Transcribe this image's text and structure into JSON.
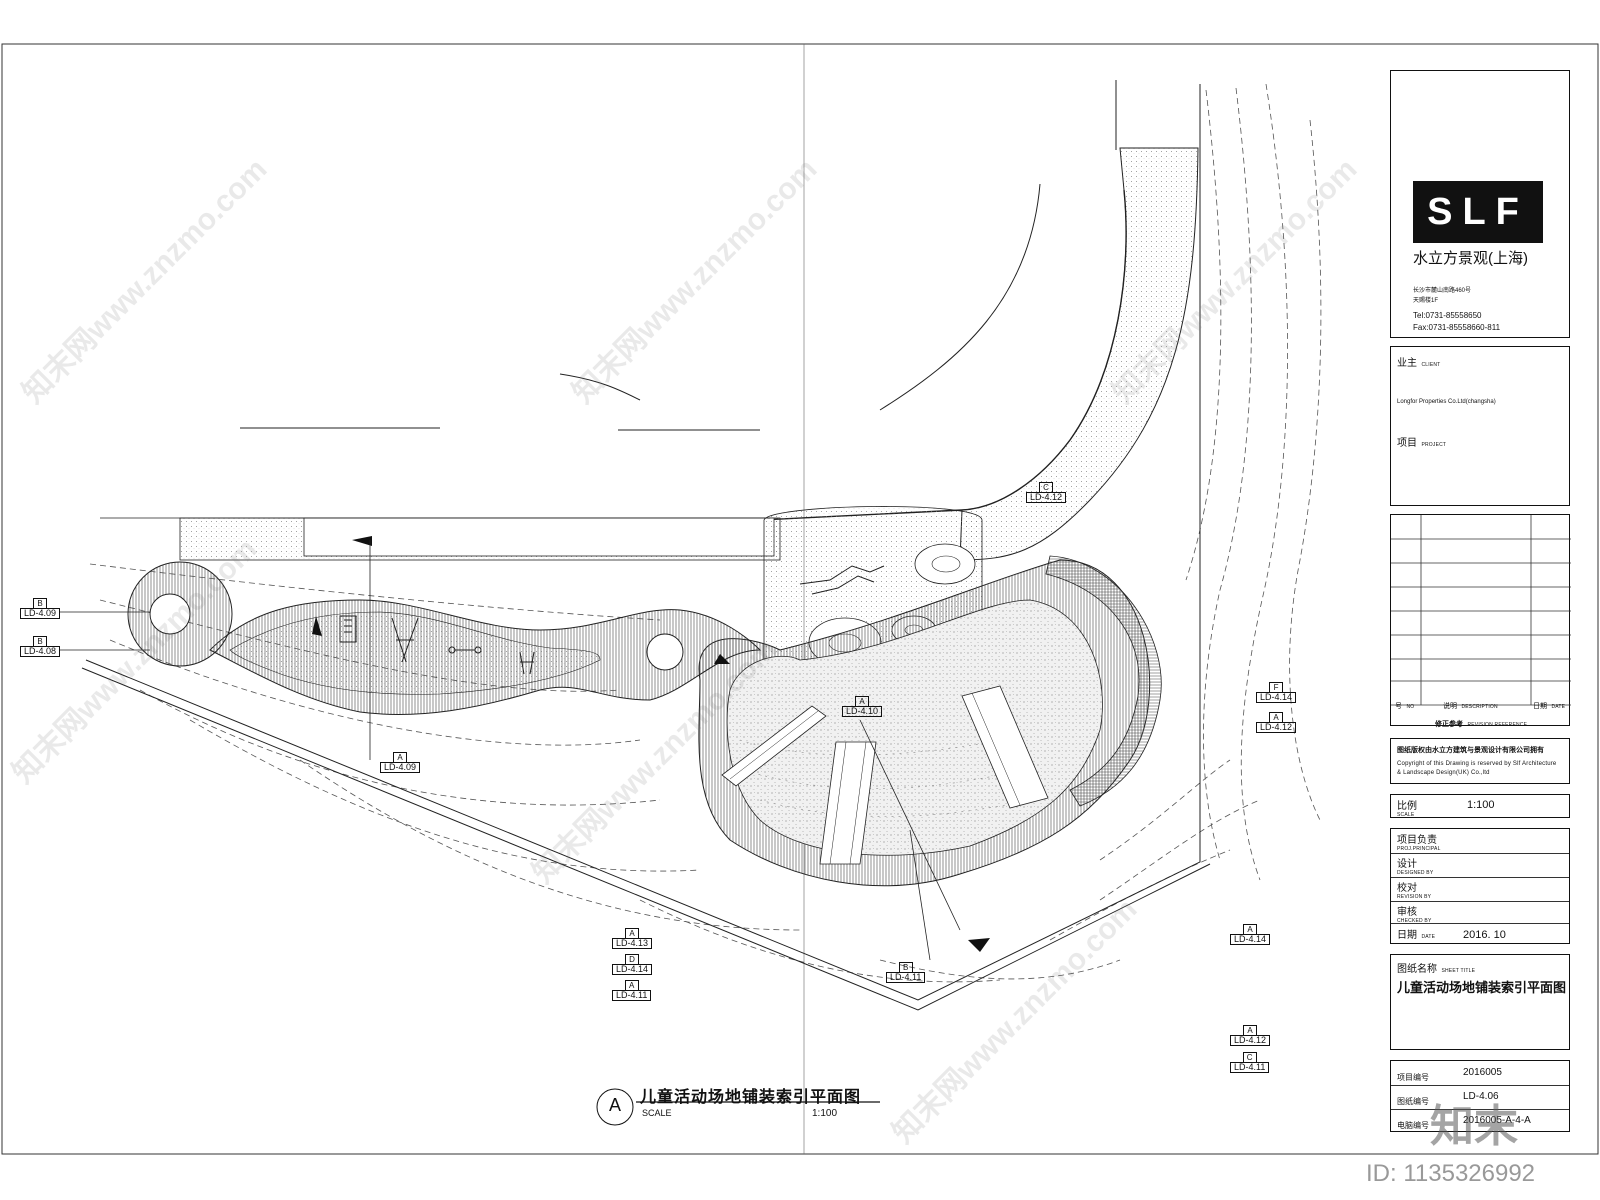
{
  "title_block": {
    "brand_logo_text": "SLF",
    "brand_name": "水立方景观(上海)",
    "address_line1": "长沙市麓山南路460号",
    "address_line2": "天赐楼1F",
    "tel": "Tel:0731-85558650",
    "fax": "Fax:0731-85558660-811",
    "client_cn": "业主",
    "client_en": "CLIENT",
    "client_value": "Longfor Properties Co.Ltd(changsha)",
    "project_cn": "项目",
    "project_en": "PROJECT",
    "rev_no_cn": "号",
    "rev_no_en": "NO",
    "rev_desc_cn": "说明",
    "rev_desc_en": "DESCRIPTION",
    "rev_date_cn": "日期",
    "rev_date_en": "DATE",
    "rev_ref_cn": "修正参考",
    "rev_ref_en": "REVISION REFERENCE",
    "copyright_cn": "图纸版权由水立方建筑与景观设计有限公司拥有",
    "copyright_en1": "Copyright of this Drawing is reserved by   Slf Architecture",
    "copyright_en2": "& Landscape Design(UK) Co.,ltd",
    "scale_cn": "比例",
    "scale_en": "SCALE",
    "scale_value": "1:100",
    "principal_cn": "项目负责",
    "principal_en": "PROJ.PRINCIPAL",
    "designed_cn": "设计",
    "designed_en": "DESIGNED BY",
    "revision_cn": "校对",
    "revision_en": "REVISION BY",
    "checked_cn": "审核",
    "checked_en": "CHECKED BY",
    "date_cn": "日期",
    "date_en": "DATE",
    "date_value": "2016. 10",
    "sheet_title_cn": "图纸名称",
    "sheet_title_en": "SHEET TITLE",
    "sheet_title_value": "儿童活动场地铺装索引平面图",
    "project_no_cn": "项目编号",
    "project_no_value": "2016005",
    "sheet_no_cn": "图纸编号",
    "sheet_no_value": "LD-4.06",
    "cad_file_cn": "电脑编号",
    "cad_file_value": "2016005-A-4-A"
  },
  "drawing_title": {
    "letter": "A",
    "title": "儿童活动场地铺装索引平面图",
    "scale_label": "SCALE",
    "scale_value": "1:100"
  },
  "callouts": [
    {
      "letter": "B",
      "ref": "LD-4.09"
    },
    {
      "letter": "B",
      "ref": "LD-4.08"
    },
    {
      "letter": "A",
      "ref": "LD-4.09"
    },
    {
      "letter": "C",
      "ref": "LD-4.12"
    },
    {
      "letter": "A",
      "ref": "LD-4.10"
    },
    {
      "letter": "F",
      "ref": "LD-4.14"
    },
    {
      "letter": "A",
      "ref": "LD-4.12"
    },
    {
      "letter": "A",
      "ref": "LD-4.13"
    },
    {
      "letter": "D",
      "ref": "LD-4.14"
    },
    {
      "letter": "A",
      "ref": "LD-4.11"
    },
    {
      "letter": "B",
      "ref": "LD-4.11"
    },
    {
      "letter": "A",
      "ref": "LD-4.14"
    },
    {
      "letter": "A",
      "ref": "LD-4.12"
    },
    {
      "letter": "C",
      "ref": "LD-4.11"
    }
  ],
  "watermark": {
    "text": "知末网www.znzmo.com",
    "brand": "知末",
    "id": "ID: 1135326992"
  }
}
